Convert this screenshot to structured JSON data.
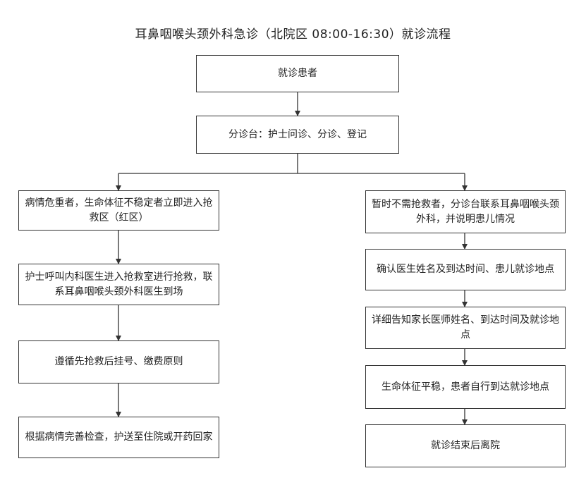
{
  "title": "耳鼻咽喉头颈外科急诊（北院区 08:00-16:30）就诊流程",
  "nodes": {
    "start": "就诊患者",
    "triage": "分诊台：护士问诊、分诊、登记",
    "left1": "病情危重者，生命体征不稳定者立即进入抢救区（红区）",
    "left2": "护士呼叫内科医生进入抢救室进行抢救，联系耳鼻咽喉头颈外科医生到场",
    "left3": "遵循先抢救后挂号、缴费原则",
    "left4": "根据病情完善检查，护送至住院或开药回家",
    "right1": "暂时不需抢救者，分诊台联系耳鼻咽喉头颈外科，并说明患儿情况",
    "right2": "确认医生姓名及到达时间、患儿就诊地点",
    "right3": "详细告知家长医师姓名、到达时间及就诊地点",
    "right4": "生命体征平稳，患者自行到达就诊地点",
    "right5": "就诊结束后离院"
  }
}
